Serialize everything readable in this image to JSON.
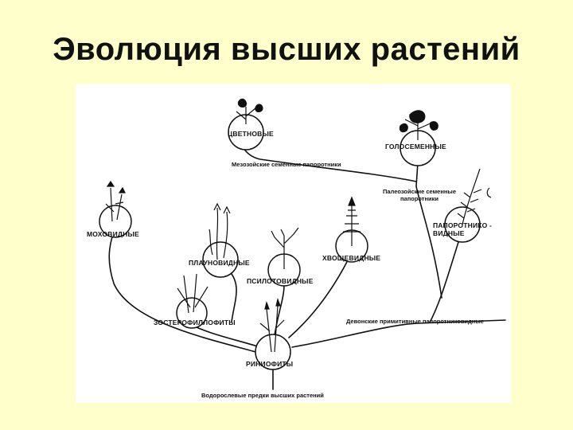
{
  "slide": {
    "title": "Эволюция высших растений"
  },
  "diagram": {
    "groups": {
      "flowering": "ЦВЕТНОВЫЕ",
      "gymnosperms": "ГОЛОСЕМЕННЫЕ",
      "mosses": "МОХОВИДНЫЕ",
      "lycopods": "ПЛАУНОВИДНЫЕ",
      "psilotes": "ПСИЛОТОВИДНЫЕ",
      "horsetails": "ХВОЩЕВИДНЫЕ",
      "ferns_line1": "ПАПОРОТНИКО -",
      "ferns_line2": "ВИДНЫЕ",
      "zosterophylls": "ЗОСТЕРОФИЛЛОФИТЫ",
      "rhyniophytes": "РИНИОФИТЫ"
    },
    "annotations": {
      "mesozoic_seed_ferns": "Мезозойские семенные папоротники",
      "paleozoic_line1": "Палеозойские семенные",
      "paleozoic_line2": "папоротники",
      "devonian_ferns": "Девонские примитивные папоротниковидные",
      "algal_ancestors": "Водорослевые предки высших растений"
    }
  }
}
